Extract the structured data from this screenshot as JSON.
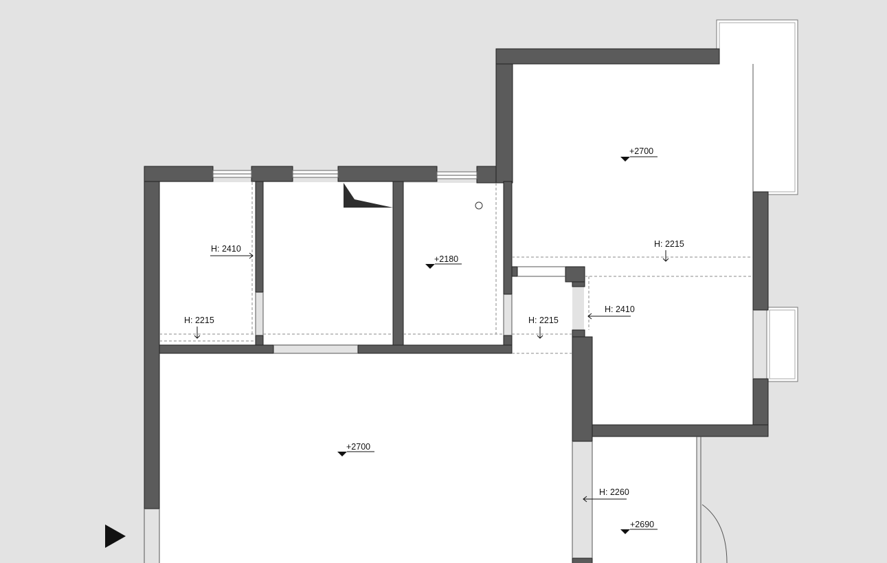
{
  "colors": {
    "background": "#e3e3e3",
    "floor": "#ffffff",
    "wall": "#5b5b5b"
  },
  "floor_levels": {
    "top_right_room": "+2700",
    "small_room": "+2180",
    "main_room": "+2700",
    "bottom_right_room": "+2690"
  },
  "height_marks": {
    "left_room_wall": "H: 2410",
    "left_room_floor": "H: 2215",
    "right_room_band": "H: 2215",
    "corridor_floor": "H: 2215",
    "corridor_wall": "H: 2410",
    "bottom_right_wall": "H: 2260"
  },
  "icons": {
    "navigation": "play-triangle-icon"
  }
}
